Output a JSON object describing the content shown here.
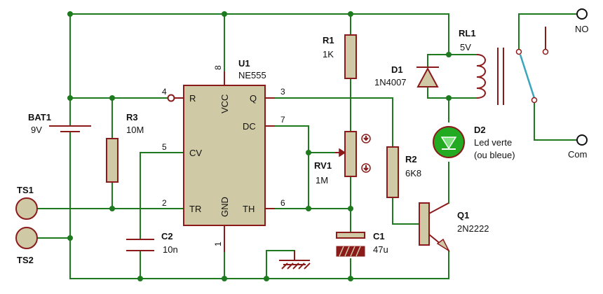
{
  "components": {
    "u1": {
      "ref": "U1",
      "value": "NE555"
    },
    "r1": {
      "ref": "R1",
      "value": "1K"
    },
    "rl1": {
      "ref": "RL1",
      "value": "5V"
    },
    "d1": {
      "ref": "D1",
      "value": "1N4007"
    },
    "d2": {
      "ref": "D2",
      "value_line1": "Led verte",
      "value_line2": "(ou bleue)"
    },
    "bat1": {
      "ref": "BAT1",
      "value": "9V"
    },
    "r3": {
      "ref": "R3",
      "value": "10M"
    },
    "rv1": {
      "ref": "RV1",
      "value": "1M"
    },
    "r2": {
      "ref": "R2",
      "value": "6K8"
    },
    "c2": {
      "ref": "C2",
      "value": "10n"
    },
    "c1": {
      "ref": "C1",
      "value": "47u"
    },
    "q1": {
      "ref": "Q1",
      "value": "2N2222"
    },
    "ts1": {
      "ref": "TS1"
    },
    "ts2": {
      "ref": "TS2"
    }
  },
  "ic_pins": {
    "r": "R",
    "vcc": "VCC",
    "q": "Q",
    "dc": "DC",
    "cv": "CV",
    "tr": "TR",
    "gnd": "GND",
    "th": "TH"
  },
  "pin_numbers": {
    "p4": "4",
    "p8": "8",
    "p3": "3",
    "p7": "7",
    "p5": "5",
    "p2": "2",
    "p6": "6",
    "p1": "1"
  },
  "terminals": {
    "no": "NO",
    "com": "Com"
  },
  "colors": {
    "wire": "#1e7a1e",
    "component_outline": "#8b1a1a",
    "component_fill": "#cfc9a6",
    "led_fill": "#22aa22"
  }
}
